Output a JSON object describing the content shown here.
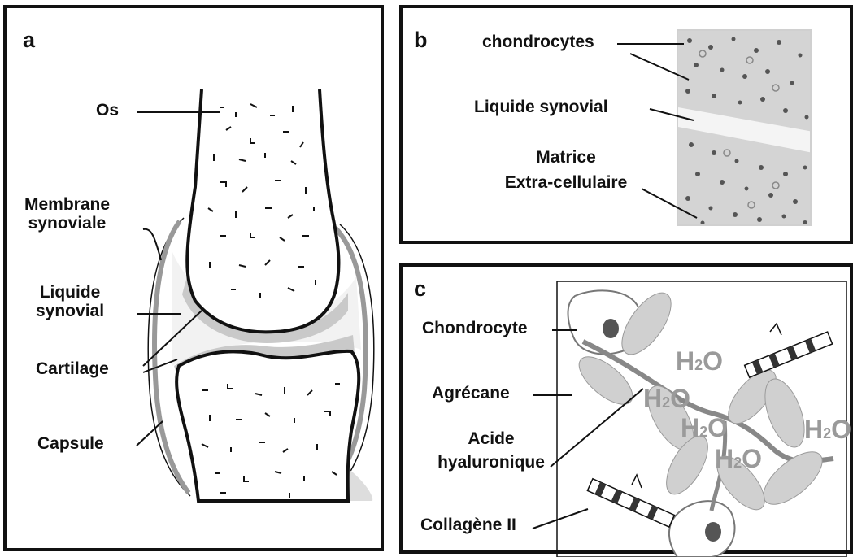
{
  "panels": {
    "a": {
      "letter": "a",
      "labels": {
        "os": "Os",
        "membrane_line1": "Membrane",
        "membrane_line2": "synoviale",
        "liquide_line1": "Liquide",
        "liquide_line2": "synovial",
        "cartilage": "Cartilage",
        "capsule": "Capsule"
      }
    },
    "b": {
      "letter": "b",
      "labels": {
        "chondrocytes": "chondrocytes",
        "liquide": "Liquide synovial",
        "matrice_line1": "Matrice",
        "matrice_line2": "Extra-cellulaire"
      }
    },
    "c": {
      "letter": "c",
      "labels": {
        "chondrocyte": "Chondrocyte",
        "agrecane": "Agrécane",
        "acide_line1": "Acide",
        "acide_line2": "hyaluronique",
        "collagene": "Collagène II"
      },
      "water": [
        "H",
        "2",
        "O"
      ]
    }
  },
  "colors": {
    "outline": "#111111",
    "cartilage": "#c9c9c9",
    "water": "#9a9a9a",
    "micrograph_bg": "#d4d4d4"
  }
}
